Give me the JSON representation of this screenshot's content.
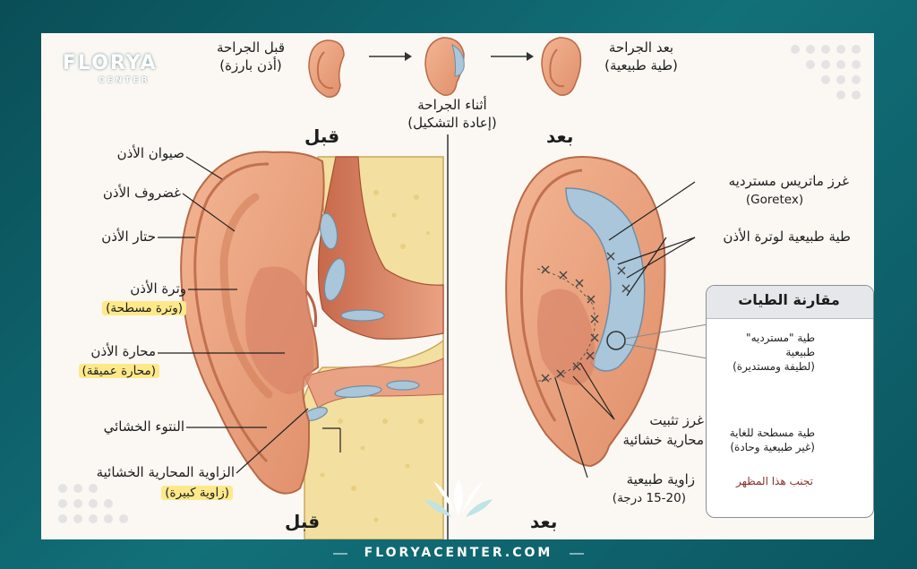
{
  "brand": {
    "logo_main": "FLORYA",
    "logo_sub": "CENTER",
    "website": "FLORYACENTER.COM"
  },
  "colors": {
    "frame": "#0e5d66",
    "panel": "#fbf8f3",
    "skin": "#eea783",
    "skin_dark": "#d8805c",
    "cartilage": "#a9c6da",
    "bone": "#f3df9f",
    "highlight": "#fde98a"
  },
  "top_steps": {
    "before_surgery": "قبل الجراحة",
    "before_sub": "(أذن بارزة)",
    "during_surgery": "أثناء الجراحة",
    "during_sub": "(إعادة التشكيل)",
    "after_surgery": "بعد الجراحة",
    "after_sub": "(طية طبيعية)"
  },
  "panel_labels": {
    "before_top": "قبل",
    "after_top": "بعد",
    "before_bottom": "قبل",
    "after_bottom": "بعد"
  },
  "left_labels": [
    {
      "text": "صيوان الأذن"
    },
    {
      "text": "غضروف الأذن"
    },
    {
      "text": "حتار الأذن"
    },
    {
      "text": "وترة الأذن",
      "sub": "(وترة مسطحة)"
    },
    {
      "text": "محارة الأذن",
      "sub": "(محارة عميقة)"
    },
    {
      "text": "النتوء الخشائي"
    },
    {
      "text": "الزاوية المحارية الخشائية",
      "sub": "(زاوية كبيرة)"
    }
  ],
  "right_labels": {
    "sutures": "غرز ماتريس مسترديه",
    "sutures_sub": "(Goretex)",
    "fold": "طية طبيعية لوترة الأذن",
    "fixation": "غرز تثبيت",
    "fixation_sub": "محارية خشائية",
    "angle": "زاوية طبيعية",
    "angle_sub": "(15-20 درجة)"
  },
  "comparison": {
    "title": "مقارنة الطيات",
    "natural_line1": "طية \"مسترديه\"",
    "natural_line2": "طبيعية",
    "natural_line3": "(لطيفة ومستديرة)",
    "flat_line1": "طية مسطحة للغاية",
    "flat_line2": "(غير طبيعية وحادة)",
    "avoid": "تجنب هذا المظهر"
  }
}
